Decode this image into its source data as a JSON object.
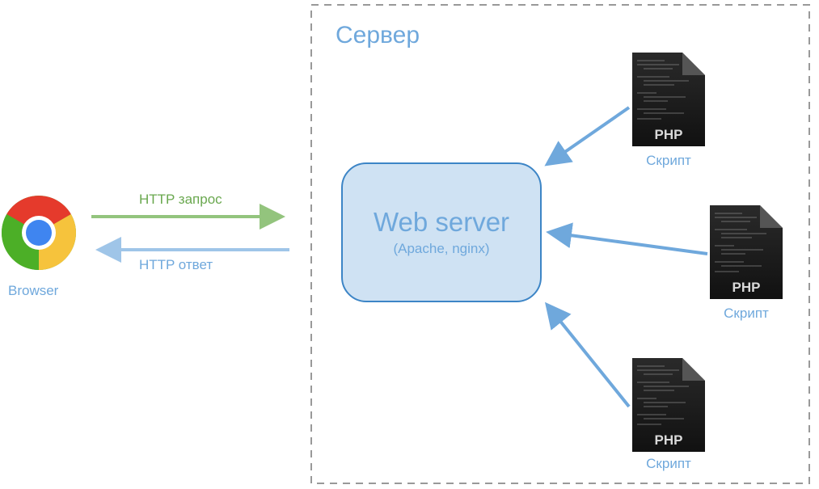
{
  "server": {
    "title": "Сервер"
  },
  "browser": {
    "label": "Browser",
    "icon": "chrome-browser-icon"
  },
  "arrows": {
    "request": {
      "label": "HTTP запрос",
      "color": "#93c47d"
    },
    "response": {
      "label": "HTTP ответ",
      "color": "#9fc5e8"
    }
  },
  "webserver": {
    "title": "Web server",
    "subtitle": "(Apache, nginx)",
    "fill": "#cfe2f3",
    "stroke": "#3d85c6"
  },
  "scripts": [
    {
      "label": "Скрипт",
      "badge": "PHP"
    },
    {
      "label": "Скрипт",
      "badge": "PHP"
    },
    {
      "label": "Скрипт",
      "badge": "PHP"
    }
  ],
  "colors": {
    "text_blue": "#6fa8dc",
    "text_green": "#6aa84f",
    "dash": "#999999"
  }
}
